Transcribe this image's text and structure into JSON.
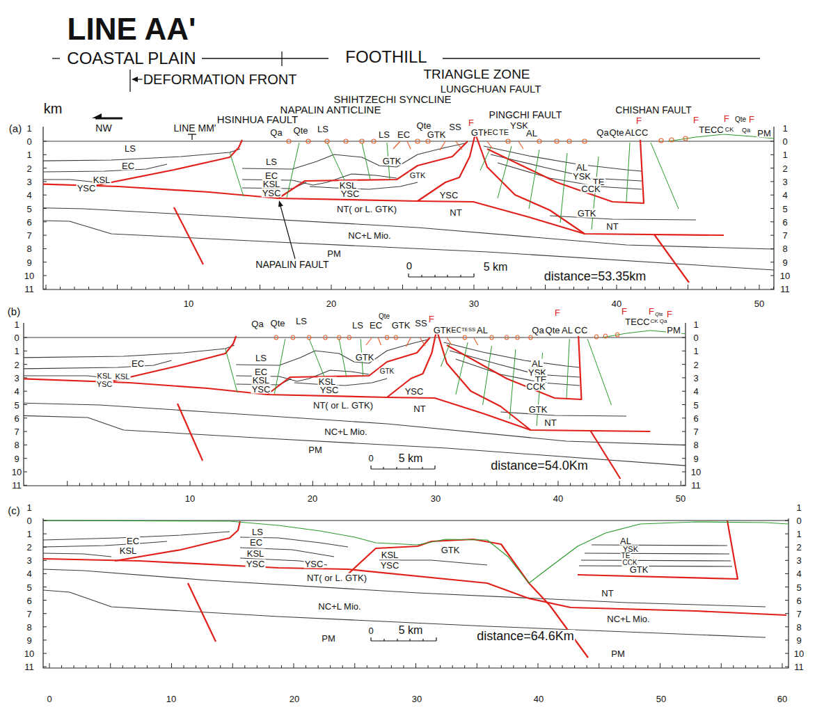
{
  "diagram": {
    "title": "LINE AA'",
    "labels": [
      "COASTAL PLAIN",
      "FOOTHILL",
      "DEFORMATION FRONT",
      "TRIANGLE ZONE",
      "LUNGCHUAN FAULT",
      "SHIHTZECHI SYNCLINE",
      "NAPALIN ANTICLINE",
      "HSINHUA FAULT",
      "PINGCHI FAULT",
      "CHISHAN FAULT",
      "km",
      "NW",
      "(a)",
      "LINE MM'",
      "LS",
      "EC",
      "KSL",
      "YSC",
      "Qa",
      "Qte",
      "LS",
      "LS",
      "EC",
      "Qte",
      "GTK",
      "SS",
      "F",
      "GTK",
      "EC",
      "TE",
      "YSK",
      "AL",
      "LS",
      "EC",
      "KSL",
      "YSC",
      "KSL",
      "YSC",
      "GTK",
      "GTK",
      "YSC",
      "NT",
      "NT( or L. GTK)",
      "NC+L Mio.",
      "PM",
      "AL",
      "YSK",
      "TE",
      "CCK",
      "GTK",
      "NT",
      "Qa",
      "Qte",
      "AL",
      "CC",
      "F",
      "F",
      "TECC",
      "F",
      "CK",
      "Qte",
      "F",
      "Qa",
      "PM",
      "NAPALIN FAULT",
      "0",
      "5 km",
      "distance=53.35km",
      "1",
      "0",
      "1",
      "2",
      "3",
      "4",
      "5",
      "6",
      "7",
      "8",
      "9",
      "10",
      "11",
      "1",
      "0",
      "1",
      "2",
      "3",
      "4",
      "5",
      "6",
      "7",
      "8",
      "9",
      "10",
      "11",
      "10",
      "20",
      "30",
      "40",
      "50",
      "(b)",
      "Qa",
      "Qte",
      "LS",
      "LS",
      "EC",
      "Qte",
      "GTK",
      "SS",
      "F",
      "GTK",
      "EC",
      "TE",
      "SS",
      "AL",
      "Qa",
      "Qte",
      "AL",
      "CC",
      "F",
      "F",
      "TECC",
      "CK",
      "F",
      "Qte",
      "Qa",
      "F",
      "PM",
      "EC",
      "KSL",
      "KSL",
      "YSC",
      "LS",
      "EC",
      "KSL",
      "YSC",
      "KSL",
      "YSC",
      "GTK",
      "GTK",
      "YSC",
      "NT",
      "NT( or L. GTK)",
      "NC+L Mio.",
      "PM",
      "AL",
      "YSK",
      "TE",
      "CCK",
      "GTK",
      "NT",
      "0",
      "5 km",
      "distance=54.0Km",
      "1",
      "0",
      "1",
      "2",
      "3",
      "4",
      "5",
      "6",
      "7",
      "8",
      "9",
      "10",
      "11",
      "1",
      "0",
      "1",
      "2",
      "3",
      "4",
      "5",
      "6",
      "7",
      "8",
      "9",
      "10",
      "11",
      "10",
      "20",
      "30",
      "40",
      "50",
      "(c)",
      "EC",
      "KSL",
      "LS",
      "EC",
      "KSL",
      "YSC",
      "YSC",
      "KSL",
      "YSC",
      "GTK",
      "NT( or L. GTK)",
      "NC+L Mio.",
      "PM",
      "AL",
      "YSK",
      "TE",
      "CCK",
      "GTK",
      "NT",
      "NC+L Mio.",
      "PM",
      "0",
      "5 km",
      "distance=64.6Km",
      "1",
      "0",
      "1",
      "2",
      "3",
      "4",
      "5",
      "6",
      "7",
      "8",
      "9",
      "10",
      "11",
      "1",
      "0",
      "1",
      "2",
      "3",
      "4",
      "5",
      "6",
      "7",
      "8",
      "9",
      "10",
      "11",
      "0",
      "10",
      "20",
      "30",
      "40",
      "50",
      "60"
    ]
  }
}
